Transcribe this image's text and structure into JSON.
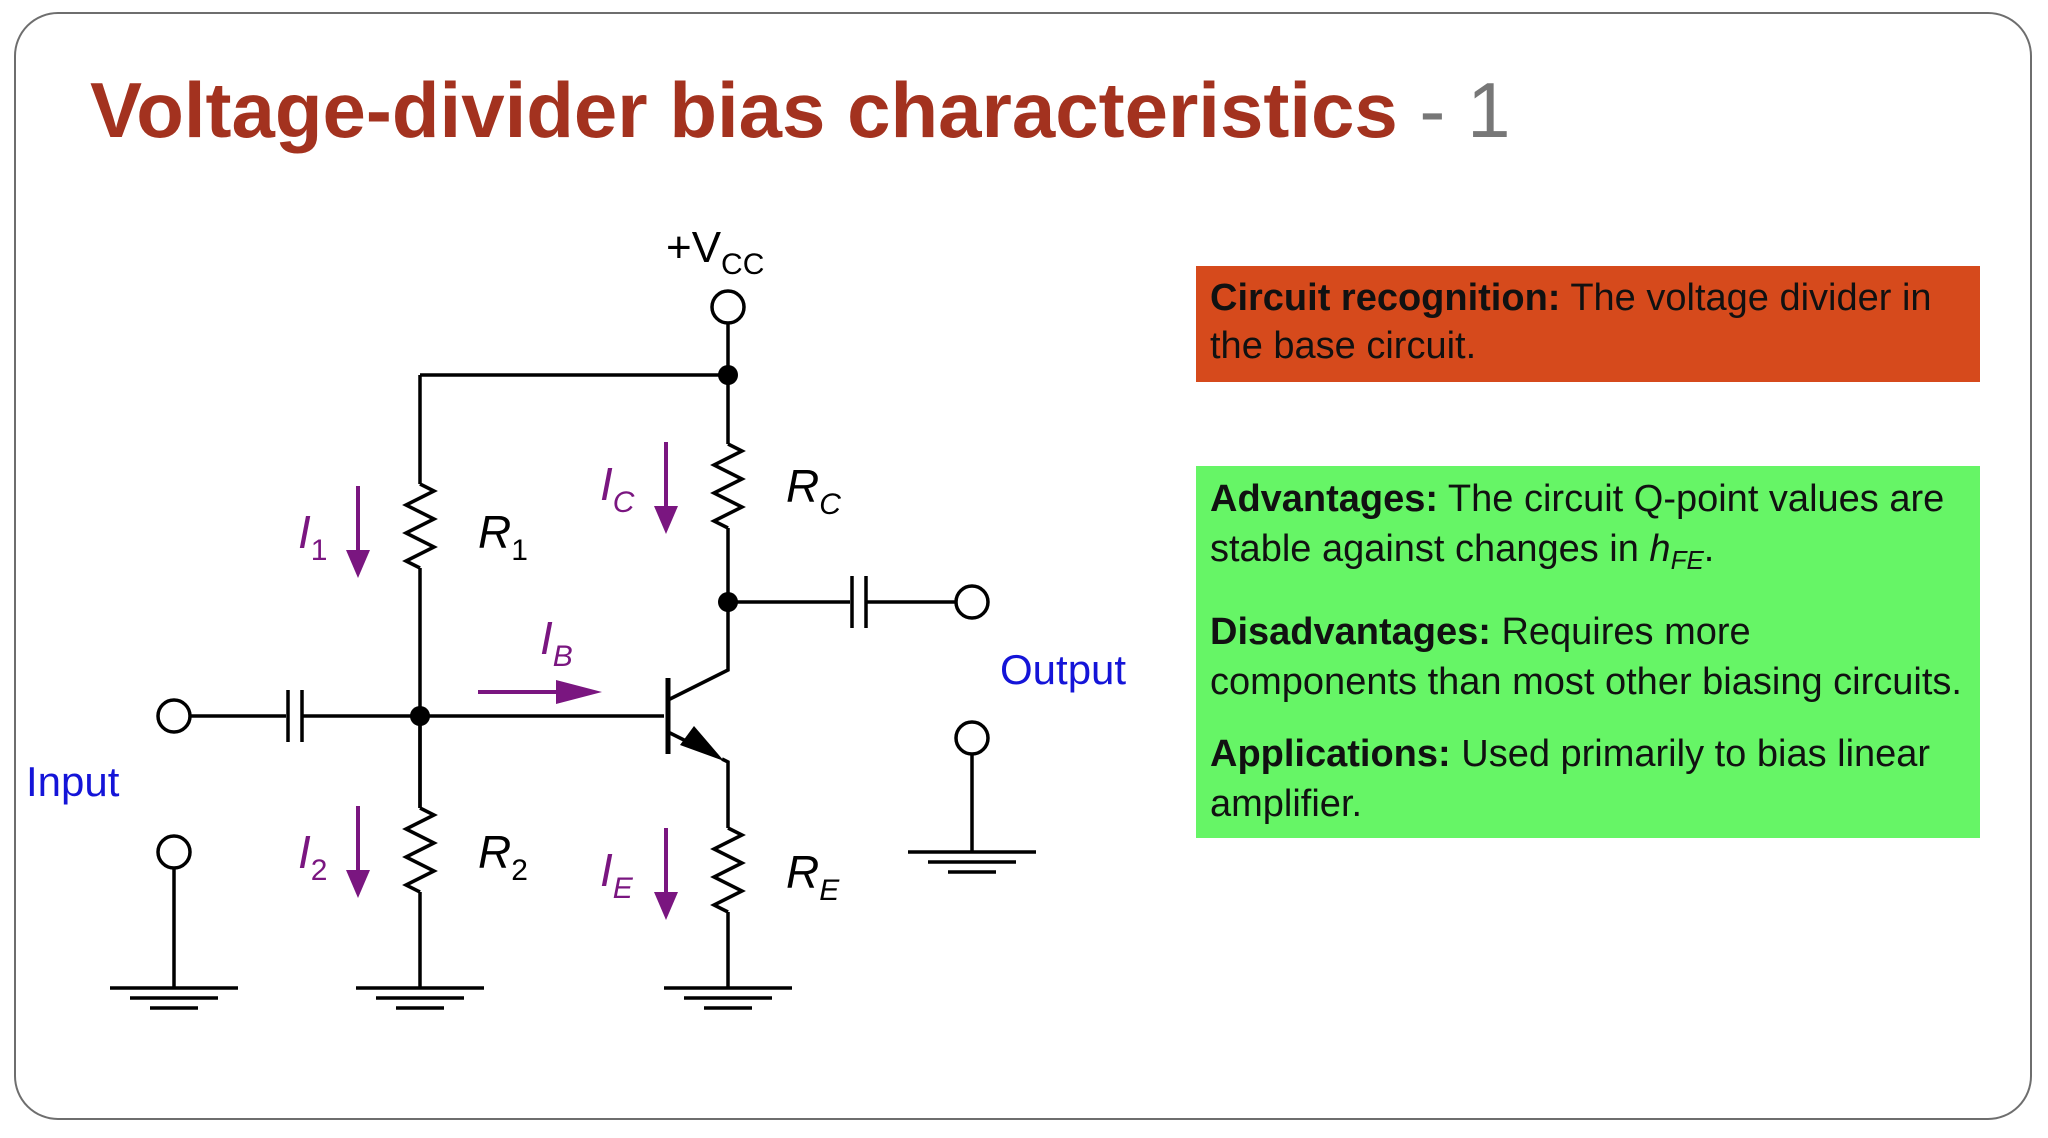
{
  "title": {
    "main": "Voltage-divider bias characteristics",
    "suffix": " - 1"
  },
  "circuit": {
    "vcc_label": "+V",
    "vcc_sub": "CC",
    "r1": {
      "letter": "R",
      "sub": "1"
    },
    "r2": {
      "letter": "R",
      "sub": "2"
    },
    "rc": {
      "letter": "R",
      "sub": "C"
    },
    "re": {
      "letter": "R",
      "sub": "E"
    },
    "i1": {
      "letter": "I",
      "sub": "1"
    },
    "i2": {
      "letter": "I",
      "sub": "2"
    },
    "ic": {
      "letter": "I",
      "sub": "C"
    },
    "ie": {
      "letter": "I",
      "sub": "E"
    },
    "ib": {
      "letter": "I",
      "sub": "B"
    },
    "input_label": "Input",
    "output_label": "Output",
    "colors": {
      "current": "#7a1680",
      "io_text": "#1414d8",
      "wire": "#000000"
    }
  },
  "boxes": {
    "recognition": {
      "heading": "Circuit recognition:",
      "text": " The voltage divider in the base circuit.",
      "color": "#d64a1c"
    },
    "details": {
      "color": "#66f566",
      "advantages_heading": "Advantages:",
      "advantages_text": " The circuit Q-point values are stable against changes in ",
      "advantages_h": "h",
      "advantages_hsub": "FE",
      "advantages_end": ".",
      "disadvantages_heading": "Disadvantages:",
      "disadvantages_text": " Requires more components than most other biasing circuits.",
      "applications_heading": "Applications:",
      "applications_text": " Used primarily to bias linear amplifier."
    }
  },
  "title_colors": {
    "main": "#a3321f",
    "suffix": "#777777"
  }
}
